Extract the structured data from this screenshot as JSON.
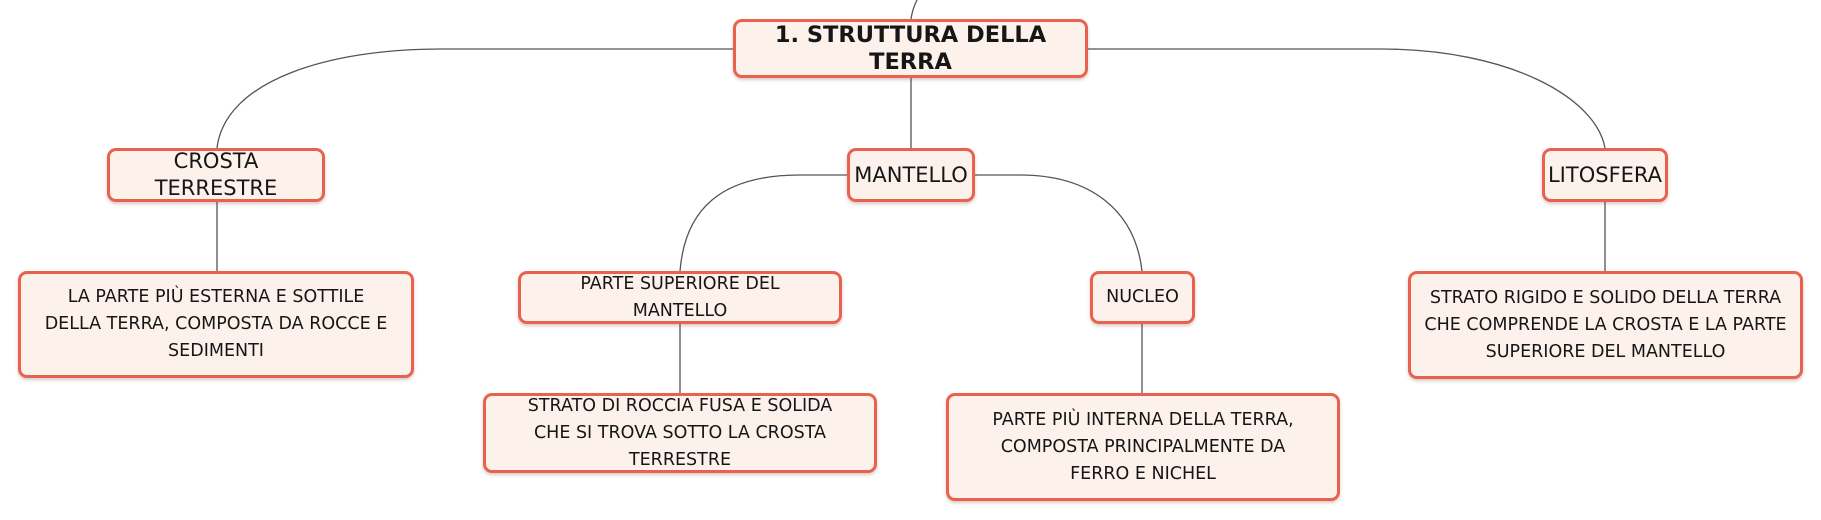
{
  "root": {
    "label": "1. STRUTTURA DELLA TERRA"
  },
  "crosta": {
    "label": "CROSTA TERRESTRE",
    "description": "LA PARTE PIÙ ESTERNA E SOTTILE DELLA TERRA, COMPOSTA DA ROCCE E SEDIMENTI"
  },
  "mantello": {
    "label": "MANTELLO",
    "parte_superiore": {
      "label": "PARTE SUPERIORE DEL MANTELLO",
      "description": "STRATO DI ROCCIA FUSA E SOLIDA CHE SI TROVA SOTTO LA CROSTA TERRESTRE"
    },
    "nucleo": {
      "label": "NUCLEO",
      "description": "PARTE PIÙ INTERNA DELLA TERRA, COMPOSTA PRINCIPALMENTE DA FERRO E NICHEL"
    }
  },
  "litosfera": {
    "label": "LITOSFERA",
    "description": "STRATO RIGIDO E SOLIDO DELLA TERRA CHE COMPRENDE LA CROSTA E LA PARTE SUPERIORE DEL MANTELLO"
  },
  "colors": {
    "node_border": "#e9624f",
    "node_fill": "#fdf1ec",
    "connector": "#555555",
    "text": "#161616"
  }
}
